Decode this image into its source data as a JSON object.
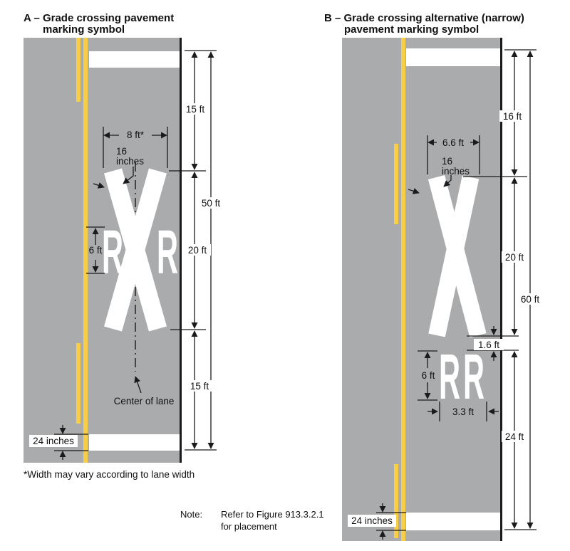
{
  "colors": {
    "road_gray": "#a9abac",
    "lane_yellow": "#f8ce47",
    "marking_white": "#ffffff",
    "line_black": "#1b1b1b"
  },
  "titles": {
    "a_line1": "A – Grade crossing pavement",
    "a_line2": "marking symbol",
    "b_line1": "B – Grade crossing alternative (narrow)",
    "b_line2": "pavement marking symbol"
  },
  "panel_a": {
    "dim_top": "15 ft",
    "dim_symbol": "20 ft",
    "dim_bottom": "15 ft",
    "dim_total": "50 ft",
    "dim_width": "8 ft*",
    "stroke_line1": "16",
    "stroke_line2": "inches",
    "dim_r_height": "6 ft",
    "dim_stop_bar": "24 inches",
    "center_of_lane": "Center of lane",
    "rr_left": "R",
    "rr_right": "R",
    "footnote": "*Width may vary according to lane width"
  },
  "panel_b": {
    "dim_top": "16 ft",
    "dim_symbol": "20 ft",
    "dim_bottom": "24 ft",
    "dim_total": "60 ft",
    "dim_width": "6.6 ft",
    "stroke_line1": "16",
    "stroke_line2": "inches",
    "dim_gap": "1.6 ft",
    "dim_r_height": "6 ft",
    "dim_rr_width": "3.3 ft",
    "dim_stop_bar": "24 inches",
    "rr_left": "R",
    "rr_right": "R"
  },
  "note": {
    "label": "Note:",
    "line1": "Refer to Figure  913.3.2.1",
    "line2": "for placement"
  }
}
